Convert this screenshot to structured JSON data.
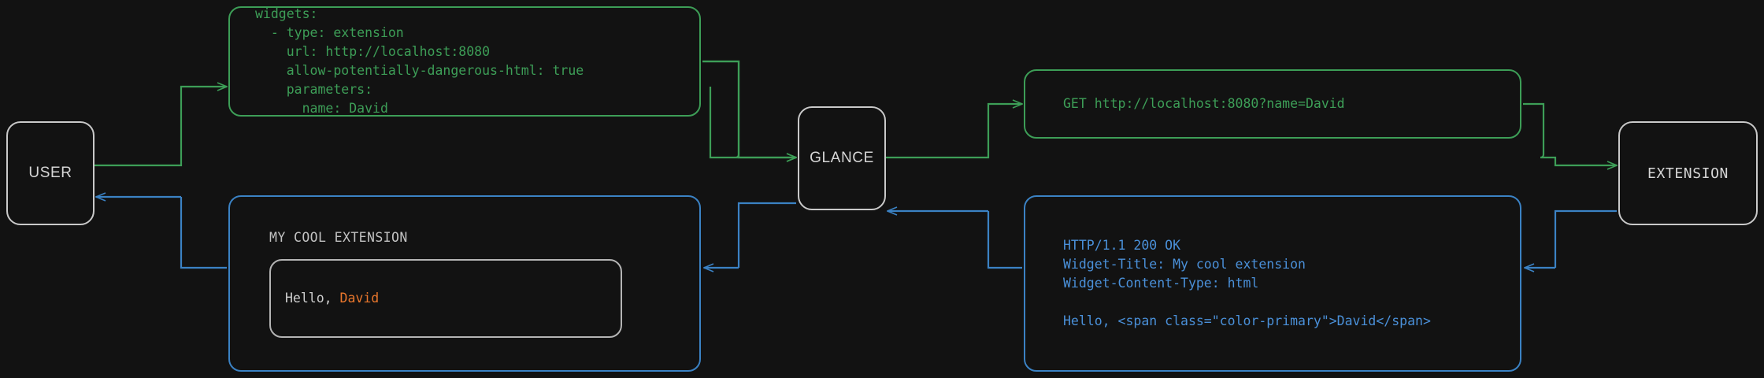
{
  "diagram": {
    "title": "Glance extension widget request flow",
    "background_color": "#121212",
    "colors": {
      "node_border": "#c9c9c9",
      "green": "#3d9e57",
      "blue": "#3b82c4",
      "blue_text": "#4a90d9",
      "accent_orange": "#e8762c",
      "node_text": "#d6d6d6"
    }
  },
  "nodes": {
    "user": {
      "label": "USER"
    },
    "glance": {
      "label": "GLANCE"
    },
    "extension": {
      "label": "EXTENSION"
    }
  },
  "panels": {
    "yaml_config": {
      "color": "#3d9e57",
      "text": "widgets:\n  - type: extension\n    url: http://localhost:8080\n    allow-potentially-dangerous-html: true\n    parameters:\n      name: David"
    },
    "request": {
      "color": "#3d9e57",
      "text": "GET http://localhost:8080?name=David"
    },
    "response": {
      "color": "#3b82c4",
      "text": "HTTP/1.1 200 OK\nWidget-Title: My cool extension\nWidget-Content-Type: html\n\nHello, <span class=\"color-primary\">David</span>"
    },
    "widget_preview": {
      "color": "#3b82c4",
      "title": "MY COOL EXTENSION",
      "greeting_prefix": "Hello, ",
      "greeting_name": "David"
    }
  },
  "edges": [
    {
      "id": "user-to-config",
      "color": "#3d9e57",
      "from": "user",
      "to": "yaml_config"
    },
    {
      "id": "config-to-glance",
      "color": "#3d9e57",
      "from": "yaml_config",
      "to": "glance"
    },
    {
      "id": "glance-to-request",
      "color": "#3d9e57",
      "from": "glance",
      "to": "request"
    },
    {
      "id": "request-to-extension",
      "color": "#3d9e57",
      "from": "request",
      "to": "extension"
    },
    {
      "id": "extension-to-response",
      "color": "#3b82c4",
      "from": "extension",
      "to": "response"
    },
    {
      "id": "response-to-glance",
      "color": "#3b82c4",
      "from": "response",
      "to": "glance"
    },
    {
      "id": "glance-to-widget",
      "color": "#3b82c4",
      "from": "glance",
      "to": "widget_preview"
    },
    {
      "id": "widget-to-user",
      "color": "#3b82c4",
      "from": "widget_preview",
      "to": "user"
    }
  ]
}
